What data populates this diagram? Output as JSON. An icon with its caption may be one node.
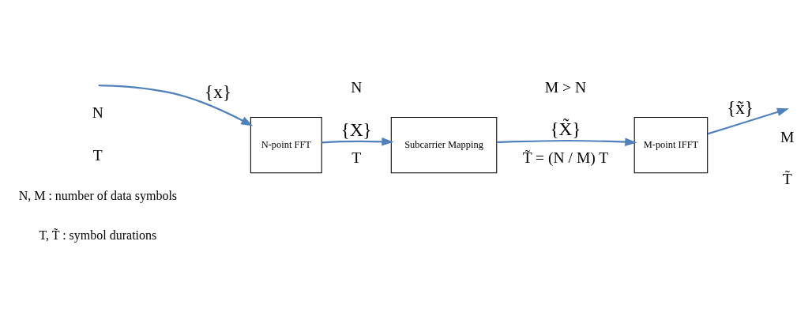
{
  "diagram": {
    "nodes": [
      {
        "text": [
          "N-point FFT"
        ]
      },
      {
        "text": [
          "Subcarrier Mapping"
        ]
      },
      {
        "text": [
          "M-point IFFT"
        ]
      }
    ],
    "edges": [
      {
        "from": null,
        "to": 0,
        "arrow": "to",
        "label": "{x}"
      },
      {
        "from": 0,
        "to": 1,
        "arrow": "to",
        "label": "{X}"
      },
      {
        "from": 1,
        "to": 2,
        "arrow": "to",
        "label": "{X̃}"
      },
      {
        "from": 2,
        "to": null,
        "arrow": "to",
        "label": "{x̃}"
      }
    ],
    "labels": [
      "N",
      "T",
      "N",
      "T",
      "M > N",
      "T̃ = (N / M) T",
      "M",
      "T̃",
      "N, M : number of data symbols",
      "T, T̃ : symbol durations"
    ]
  }
}
